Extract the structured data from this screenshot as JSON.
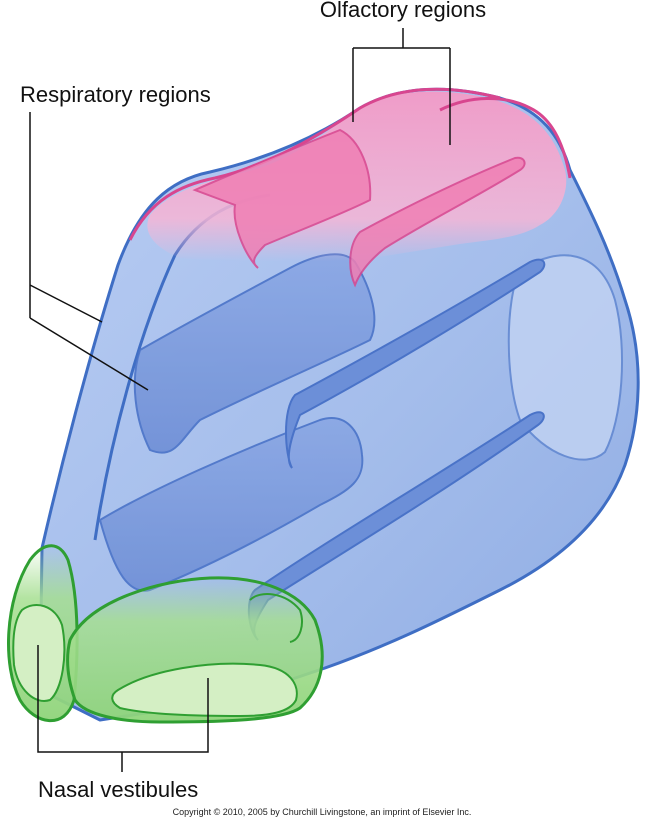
{
  "labels": {
    "olfactory": "Olfactory regions",
    "respiratory": "Respiratory regions",
    "vestibules": "Nasal vestibules"
  },
  "copyright": "Copyright © 2010, 2005 by Churchill Livingstone, an imprint of Elsevier Inc.",
  "colors": {
    "respiratory": "#4f78cc",
    "respiratory_fill": "#9cb6ea",
    "olfactory": "#d8468f",
    "olfactory_fill": "#f39ac6",
    "vestibule": "#2f9f32",
    "vestibule_fill": "#9fdc8a",
    "leader_line": "#111111"
  }
}
